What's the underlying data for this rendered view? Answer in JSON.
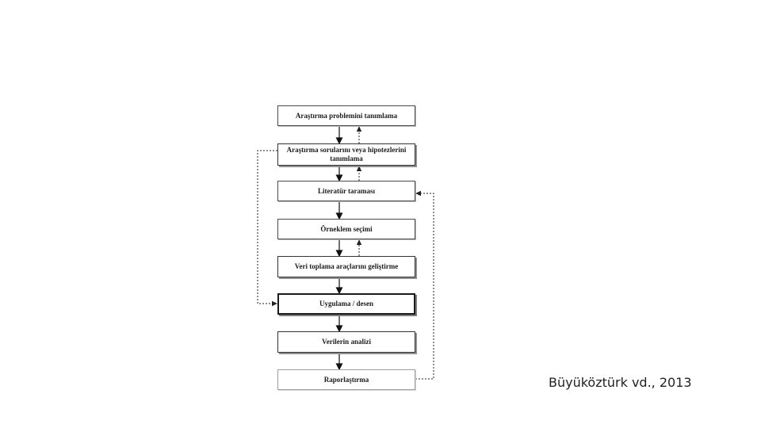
{
  "slide": {
    "citation": "Büyüköztürk vd., 2013",
    "background_color": "#ffffff"
  },
  "flowchart": {
    "type": "flowchart",
    "steps": [
      {
        "label": "Araştırma problemini tanımlama"
      },
      {
        "label": "Araştırma sorularını veya hipotezlerini tanımlama"
      },
      {
        "label": "Literatür taraması"
      },
      {
        "label": "Örneklem seçimi"
      },
      {
        "label": "Veri toplama araçlarını geliştirme"
      },
      {
        "label": "Uygulama / desen"
      },
      {
        "label": "Verilerin analizi"
      },
      {
        "label": "Raporlaştırma"
      }
    ],
    "connections": {
      "forward_solid": [
        "1→2",
        "2→3",
        "3→4",
        "4→5",
        "5→6",
        "6→7",
        "7→8"
      ],
      "feedback_dashed": [
        "2→1",
        "3→2",
        "5→4",
        "2→6",
        "8→3"
      ]
    },
    "colors": {
      "box_fill": "#ffffff",
      "box_border": "#333333",
      "arrow": "#111111",
      "text": "#1c1c1c"
    }
  }
}
